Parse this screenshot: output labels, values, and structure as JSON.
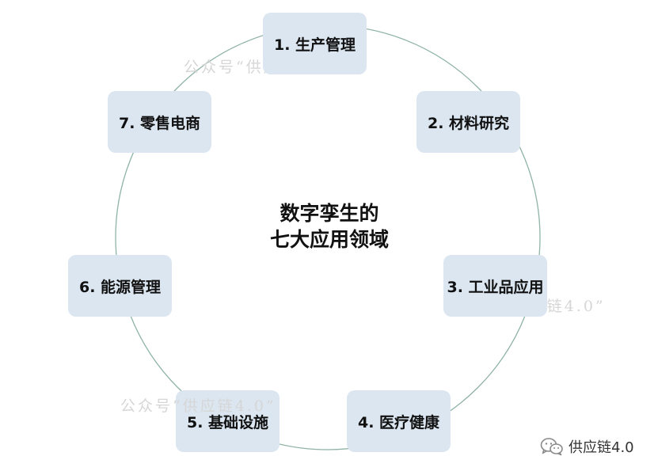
{
  "diagram": {
    "center_title": {
      "line1": "数字孪生的",
      "line2": "七大应用领域"
    },
    "nodes": [
      {
        "label": "1. 生产管理"
      },
      {
        "label": "2. 材料研究"
      },
      {
        "label": "3. 工业品应用"
      },
      {
        "label": "4. 医疗健康"
      },
      {
        "label": "5. 基础设施"
      },
      {
        "label": "6. 能源管理"
      },
      {
        "label": "7. 零售电商"
      }
    ],
    "ring_color": "#8fb3a4",
    "node_color": "#dbe6f1"
  },
  "watermarks": [
    "公众号“供应链4.0”",
    "公众号“供应链4.0”",
    "公众号“供应链4.0”"
  ],
  "brand": {
    "icon": "wechat-icon",
    "name": "供应链4.0"
  }
}
